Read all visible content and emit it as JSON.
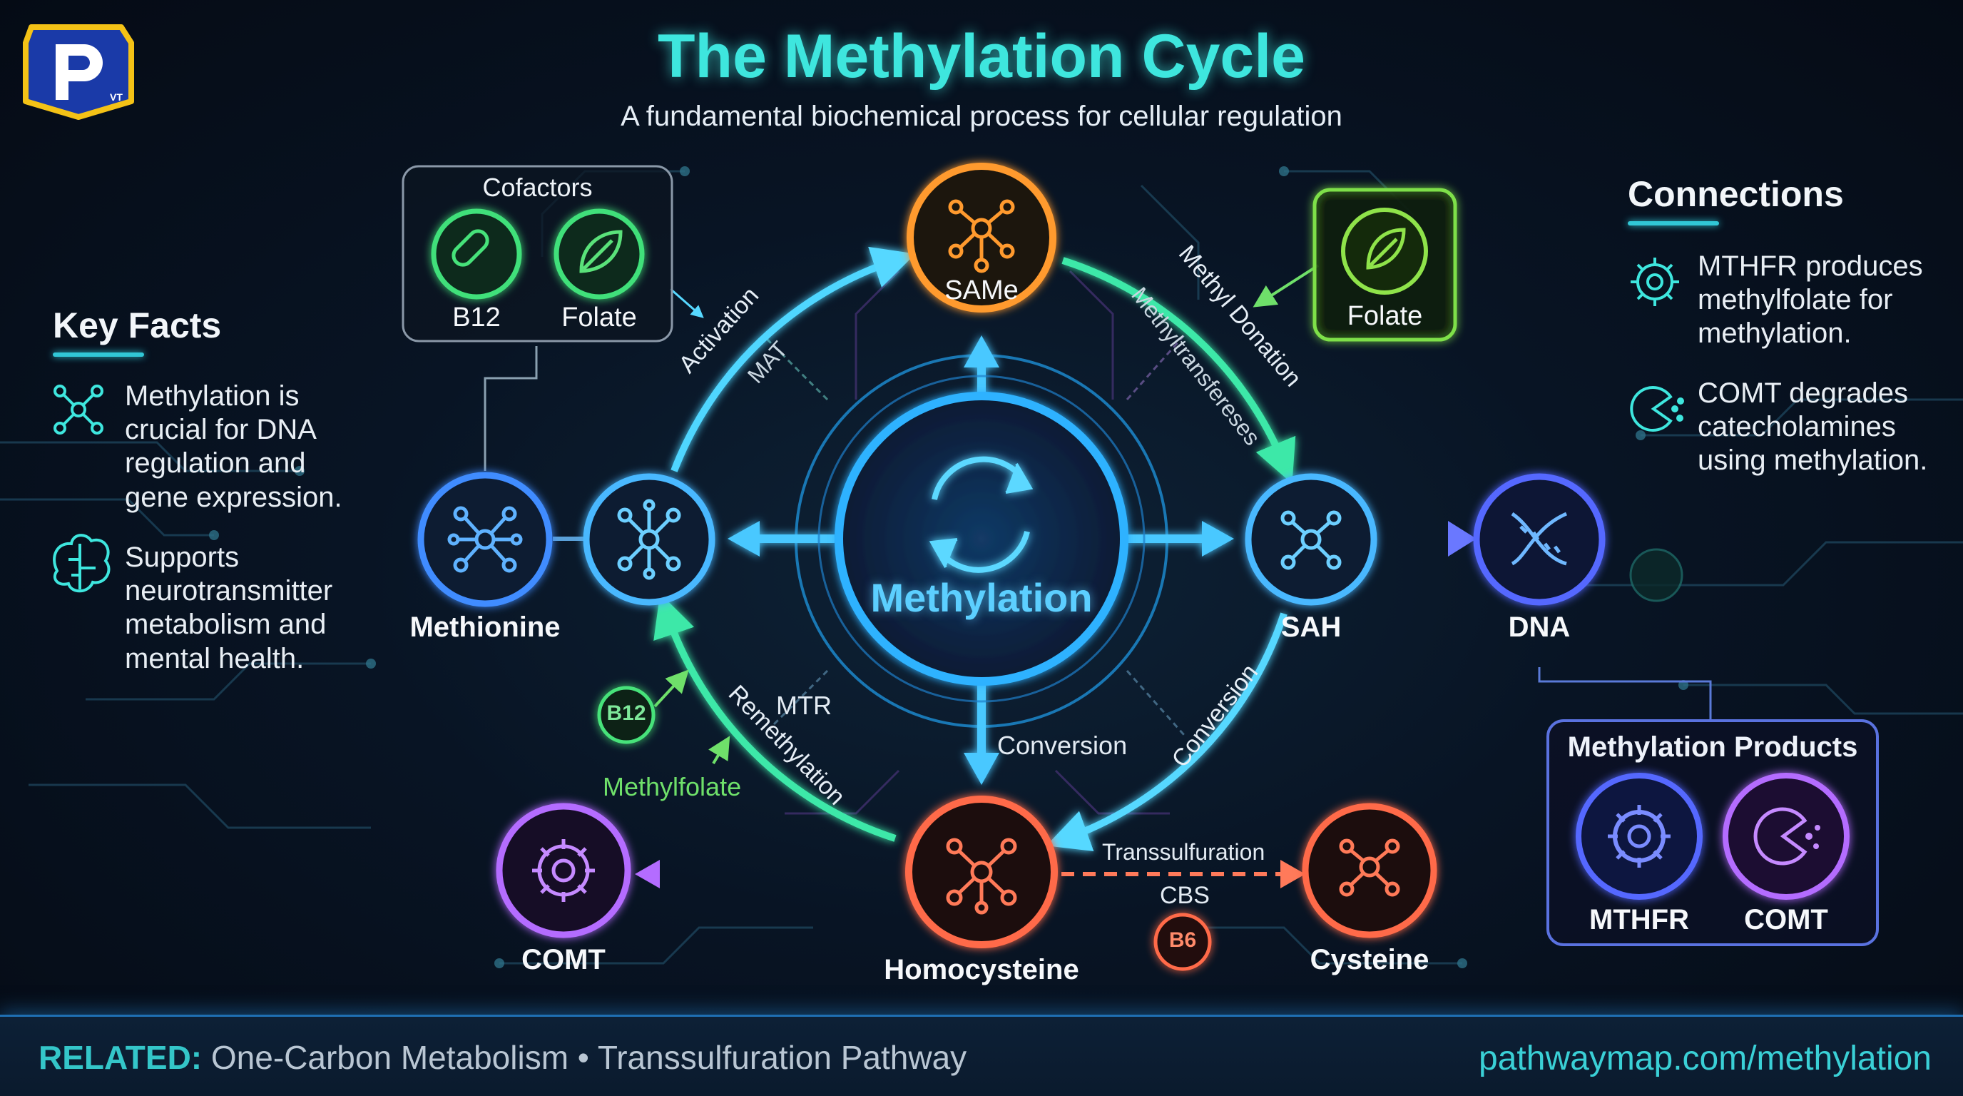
{
  "header": {
    "title": "The Methylation Cycle",
    "subtitle": "A fundamental biochemical process for cellular regulation",
    "logo_badge": "VT"
  },
  "key_facts": {
    "heading": "Key Facts",
    "items": [
      {
        "icon": "molecule-icon",
        "text": "Methylation is crucial for DNA regulation and gene expression."
      },
      {
        "icon": "brain-icon",
        "text": "Supports neurotransmitter metabolism and mental health."
      }
    ]
  },
  "connections": {
    "heading": "Connections",
    "items": [
      {
        "icon": "gear-icon",
        "text": "MTHFR produces methylfolate for methylation."
      },
      {
        "icon": "enzyme-icon",
        "text": "COMT degrades catecholamines using methylation."
      }
    ]
  },
  "cofactors": {
    "heading": "Cofactors",
    "b12": "B12",
    "folate": "Folate"
  },
  "folate_box": {
    "label": "Folate"
  },
  "products": {
    "heading": "Methylation Products",
    "mthfr": "MTHFR",
    "comt": "COMT"
  },
  "nodes": {
    "center": "Methylation",
    "same": "SAMe",
    "methionine": "Methionine",
    "sah": "SAH",
    "dna": "DNA",
    "homocysteine": "Homocysteine",
    "cysteine": "Cysteine",
    "comt": "COMT"
  },
  "edges": {
    "activation": "Activation",
    "mat": "MAT",
    "methyl_donation": "Methyl Donation",
    "methyltransferases": "Methyltransfereses",
    "conversion_inner": "Conversion",
    "conversion_outer": "Conversion",
    "remethylation": "Remethylation",
    "mtr": "MTR",
    "methylfolate": "Methylfolate",
    "b12_badge": "B12",
    "transsulfuration": "Transsulfuration",
    "cbs": "CBS",
    "b6_badge": "B6"
  },
  "footer": {
    "related_label": "RELATED:",
    "related_text": " One-Carbon Metabolism • Transsulfuration Pathway",
    "url": "pathwaymap.com/methylation"
  },
  "colors": {
    "cyan": "#3ee6de",
    "blue": "#2aa8ff",
    "orange": "#ff9a2e",
    "coral": "#ff6a48",
    "purple": "#b46cff",
    "green": "#46e27a",
    "lime": "#8fe34a"
  }
}
